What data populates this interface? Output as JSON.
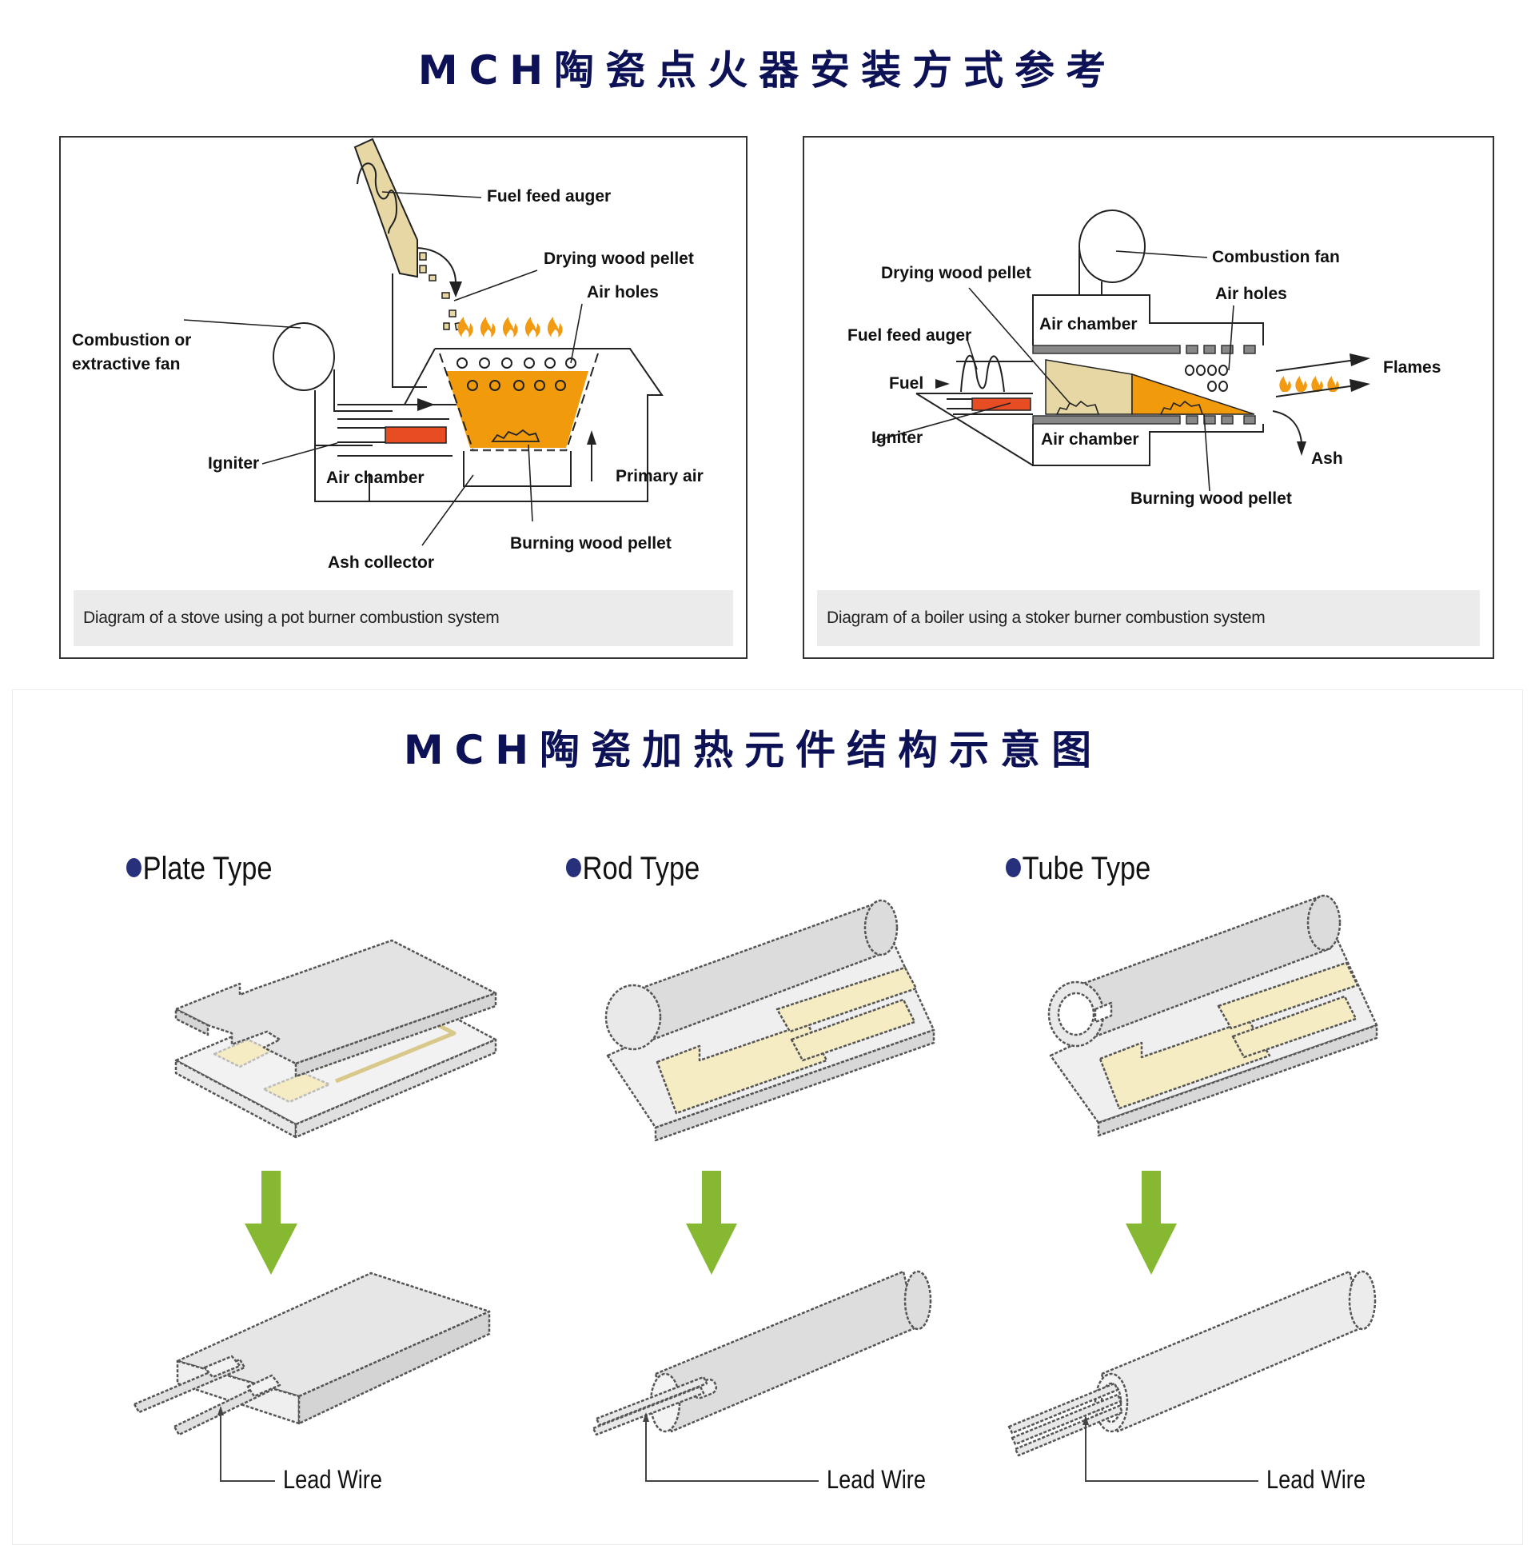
{
  "section1": {
    "title": "MCH陶瓷点火器安装方式参考",
    "stove_diagram": {
      "caption": "Diagram of a stove using a pot burner combustion system",
      "labels": {
        "fuel_feed_auger": "Fuel feed auger",
        "drying_wood_pellet": "Drying wood pellet",
        "air_holes": "Air holes",
        "fan_line1": "Combustion or",
        "fan_line2": "extractive fan",
        "igniter": "Igniter",
        "air_chamber": "Air chamber",
        "primary_air": "Primary air",
        "burning_wood_pellet": "Burning wood pellet",
        "ash_collector": "Ash collector"
      }
    },
    "boiler_diagram": {
      "caption": "Diagram of a boiler using a stoker burner combustion system",
      "labels": {
        "combustion_fan": "Combustion fan",
        "drying_wood_pellet": "Drying wood pellet",
        "air_holes": "Air holes",
        "air_chamber_top": "Air chamber",
        "fuel_feed_auger": "Fuel feed auger",
        "fuel": "Fuel",
        "flames": "Flames",
        "igniter": "Igniter",
        "air_chamber_bottom": "Air chamber",
        "ash": "Ash",
        "burning_wood_pellet": "Burning wood pellet"
      }
    }
  },
  "section2": {
    "title": "MCH陶瓷加热元件结构示意图",
    "types": [
      {
        "label": "Plate Type",
        "lead_label": "Lead Wire"
      },
      {
        "label": "Rod Type",
        "lead_label": "Lead Wire"
      },
      {
        "label": "Tube Type",
        "lead_label": "Lead Wire"
      }
    ]
  },
  "colors": {
    "title": "#0d1257",
    "bullet": "#27307a",
    "flame": "#f29a12",
    "pellet_dry": "#e6d7a4",
    "burning": "#f09a0c",
    "igniter": "#e84c22",
    "arrow_green": "#86b832",
    "ceramic": "#e3e3e3",
    "trace": "#f6ecc4"
  }
}
